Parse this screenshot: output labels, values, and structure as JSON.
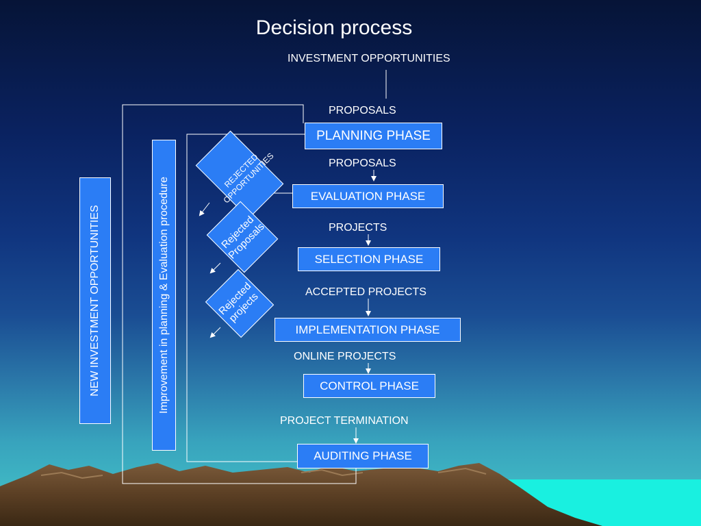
{
  "title": "Decision process",
  "top_label": "INVESTMENT OPPORTUNITIES",
  "phases": [
    {
      "label": "PLANNING PHASE"
    },
    {
      "label": "EVALUATION PHASE"
    },
    {
      "label": "SELECTION PHASE"
    },
    {
      "label": "IMPLEMENTATION PHASE"
    },
    {
      "label": "CONTROL PHASE"
    },
    {
      "label": "AUDITING PHASE"
    }
  ],
  "flow_labels": [
    "PROPOSALS",
    "PROPOSALS",
    "PROJECTS",
    "ACCEPTED PROJECTS",
    "ONLINE PROJECTS",
    "PROJECT TERMINATION"
  ],
  "rejections": [
    {
      "line1": "REJECTED",
      "line2": "OPPORTUNITIES"
    },
    {
      "line1": "Rejected",
      "line2": "Proposals"
    },
    {
      "line1": "Rejected",
      "line2": "projects"
    }
  ],
  "feedback_boxes": {
    "outer": "NEW INVESTMENT OPPORTUNITIES",
    "inner": "Improvement in planning & Evaluation procedure"
  },
  "colors": {
    "box_fill": "#2b7df5",
    "line": "#ffffff",
    "sky_top": "#061437",
    "sea": "#19f0e0"
  }
}
